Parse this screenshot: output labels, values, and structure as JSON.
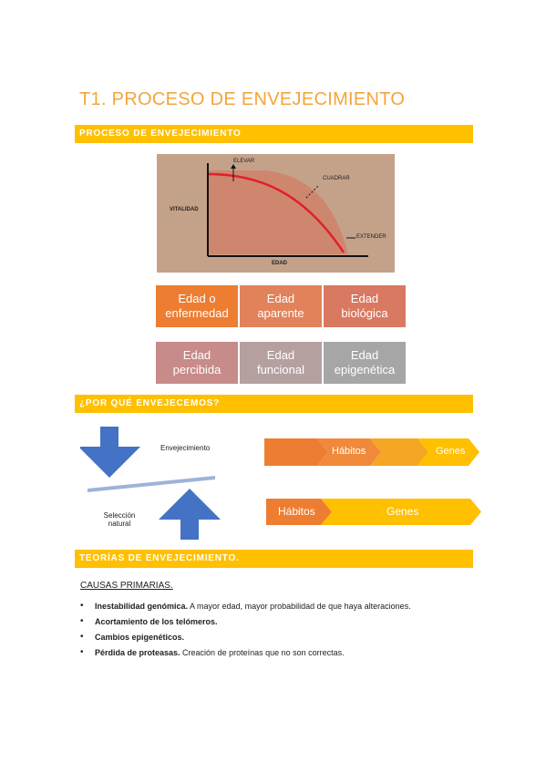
{
  "title": "T1. PROCESO DE ENVEJECIMIENTO",
  "sections": {
    "s1": "PROCESO DE ENVEJECIMIENTO",
    "s2": "¿POR QUÉ ENVEJECEMOS?",
    "s3": "TEORÍAS DE ENVEJECIMIENTO."
  },
  "figure": {
    "y_label": "VITALIDAD",
    "x_label": "EDAD",
    "elevar": "ELEVAR",
    "cuadrar": "CUADRAR",
    "extender": "EXTENDER"
  },
  "boxes_row1": [
    {
      "line1": "Edad o",
      "line2": "enfermedad",
      "color": "#ed7d31"
    },
    {
      "line1": "Edad",
      "line2": "aparente",
      "color": "#e2825a"
    },
    {
      "line1": "Edad",
      "line2": "biológica",
      "color": "#d97961"
    }
  ],
  "boxes_row2": [
    {
      "line1": "Edad",
      "line2": "percibida",
      "color": "#c78b8a"
    },
    {
      "line1": "Edad",
      "line2": "funcional",
      "color": "#b5a0a0"
    },
    {
      "line1": "Edad",
      "line2": "epigenética",
      "color": "#a6a6a6"
    }
  ],
  "balance": {
    "envejecimiento": "Envejecimiento",
    "seleccion_1": "Selección",
    "seleccion_2": "natural"
  },
  "chevron1": {
    "habitos": "Hábitos",
    "genes": "Genes"
  },
  "chevron2": {
    "habitos": "Hábitos",
    "genes": "Genes"
  },
  "causas": {
    "heading": "CAUSAS PRIMARIAS.",
    "items": [
      {
        "bold": "Inestabilidad genómica.",
        "text": " A mayor edad, mayor probabilidad de que haya alteraciones."
      },
      {
        "bold": "Acortamiento de los telómeros.",
        "text": ""
      },
      {
        "bold": "Cambios epigenéticos.",
        "text": ""
      },
      {
        "bold": "Pérdida de proteasas.",
        "text": " Creación de proteínas que no son correctas."
      }
    ]
  },
  "colors": {
    "accent": "#ffc000",
    "title": "#f4a53a",
    "blue_arrow": "#4472c4",
    "orange": "#ed7d31"
  }
}
